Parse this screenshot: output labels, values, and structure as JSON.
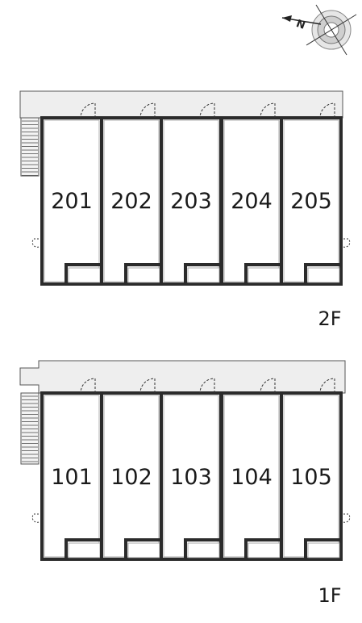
{
  "compass": {
    "north_label": "N",
    "icon": "compass-rose-icon"
  },
  "floors": [
    {
      "label": "2F",
      "units": [
        "201",
        "202",
        "203",
        "204",
        "205"
      ]
    },
    {
      "label": "1F",
      "units": [
        "101",
        "102",
        "103",
        "104",
        "105"
      ]
    }
  ],
  "colors": {
    "wall": "#2b2b2b",
    "corridor": "#eeeeee",
    "line": "#555555"
  }
}
